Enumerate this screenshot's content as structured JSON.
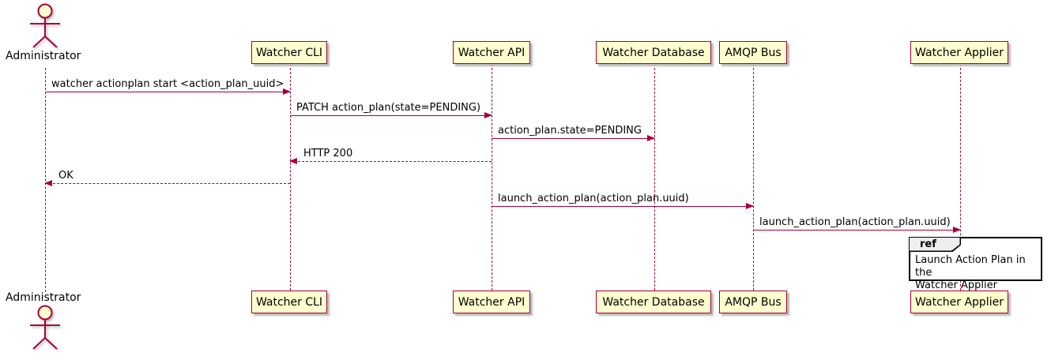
{
  "diagram_type": "sequence",
  "actor": {
    "label": "Administrator"
  },
  "participants": [
    {
      "id": "watcher-cli",
      "label": "Watcher CLI"
    },
    {
      "id": "watcher-api",
      "label": "Watcher API"
    },
    {
      "id": "watcher-database",
      "label": "Watcher Database"
    },
    {
      "id": "amqp-bus",
      "label": "AMQP Bus"
    },
    {
      "id": "watcher-applier",
      "label": "Watcher Applier"
    }
  ],
  "messages": [
    {
      "from": "Administrator",
      "to": "Watcher CLI",
      "label": "watcher actionplan start <action_plan_uuid>",
      "line": "solid"
    },
    {
      "from": "Watcher CLI",
      "to": "Watcher API",
      "label": "PATCH action_plan(state=PENDING)",
      "line": "solid"
    },
    {
      "from": "Watcher API",
      "to": "Watcher Database",
      "label": "action_plan.state=PENDING",
      "line": "solid"
    },
    {
      "from": "Watcher API",
      "to": "Watcher CLI",
      "label": "HTTP 200",
      "line": "dashed"
    },
    {
      "from": "Watcher CLI",
      "to": "Administrator",
      "label": "OK",
      "line": "dashed"
    },
    {
      "from": "Watcher API",
      "to": "AMQP Bus",
      "label": "launch_action_plan(action_plan.uuid)",
      "line": "solid"
    },
    {
      "from": "AMQP Bus",
      "to": "Watcher Applier",
      "label": "launch_action_plan(action_plan.uuid)",
      "line": "solid"
    }
  ],
  "ref_fragment": {
    "keyword": "ref",
    "over": "Watcher Applier",
    "text": "Launch Action Plan in the\nWatcher Applier"
  },
  "colors": {
    "participant_fill": "#FEFECE",
    "stroke": "#A80036",
    "text": "#000000",
    "ref_header_fill": "#EEEEEE",
    "ref_border": "#000000",
    "shadow": "#BBBBBB",
    "background": "#FFFFFF"
  }
}
